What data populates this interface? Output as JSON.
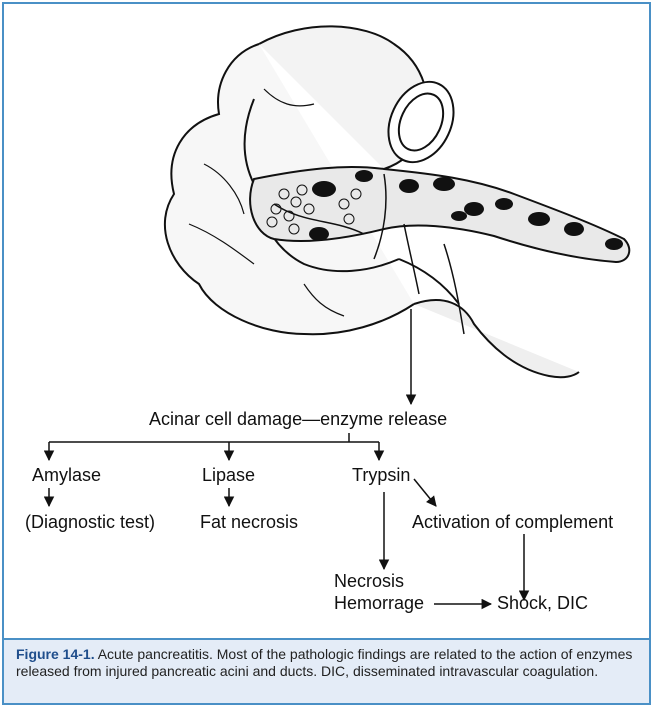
{
  "diagram": {
    "root": "Acinar cell damage—enzyme release",
    "branches": {
      "amylase": "Amylase",
      "amylase_result": "(Diagnostic test)",
      "lipase": "Lipase",
      "lipase_result": "Fat necrosis",
      "trypsin": "Trypsin",
      "trypsin_side": "Activation of complement",
      "trypsin_result_1": "Necrosis",
      "trypsin_result_2": "Hemorrage",
      "final": "Shock, DIC"
    }
  },
  "caption": {
    "label": "Figure 14-1.",
    "text": " Acute pancreatitis. Most of the pathologic findings are related to the action of enzymes released from injured pancreatic acini and ducts. DIC, disseminated intravascular coagulation."
  },
  "colors": {
    "border": "#4a90c6",
    "caption_bg": "#e4ecf7",
    "caption_label": "#1f4e8c"
  }
}
